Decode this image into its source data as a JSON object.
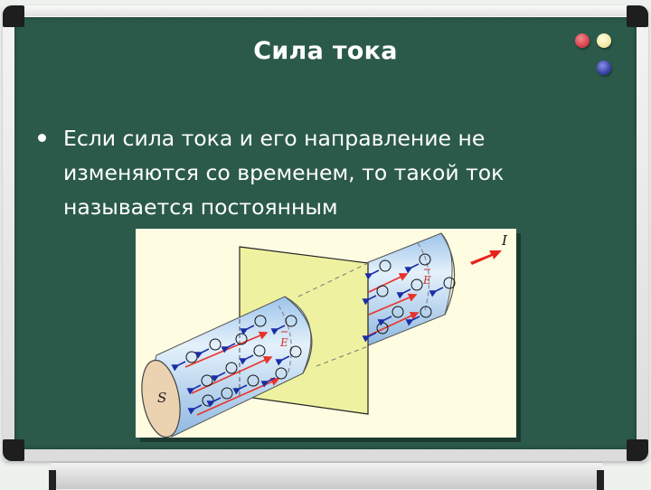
{
  "slide": {
    "title": "Сила тока",
    "bullets": [
      {
        "lines": [
          "Если сила тока и его направление не",
          "изменяются со временем, то такой ток",
          "называется постоянным"
        ]
      }
    ]
  },
  "figure": {
    "description": "Conductor cylinder with cross-section S, electrons moving opposite to field E, current I",
    "labels": {
      "cross_section": "S",
      "current": "I",
      "field_left": "E",
      "field_right": "E"
    },
    "colors": {
      "background": "#fefde2",
      "plane": "#eef2a0",
      "cylinder": "#bcd8f0",
      "cross_section_face": "#ebd2b0",
      "field_arrow": "#e8332a",
      "electron_arrow": "#1a2ea8"
    }
  },
  "board": {
    "background_color": "#2b5a4b",
    "magnets": [
      {
        "name": "red",
        "color": "#d9434d"
      },
      {
        "name": "yellow",
        "color": "#f4eaa6"
      },
      {
        "name": "blue",
        "color": "#3a42a8"
      }
    ]
  }
}
